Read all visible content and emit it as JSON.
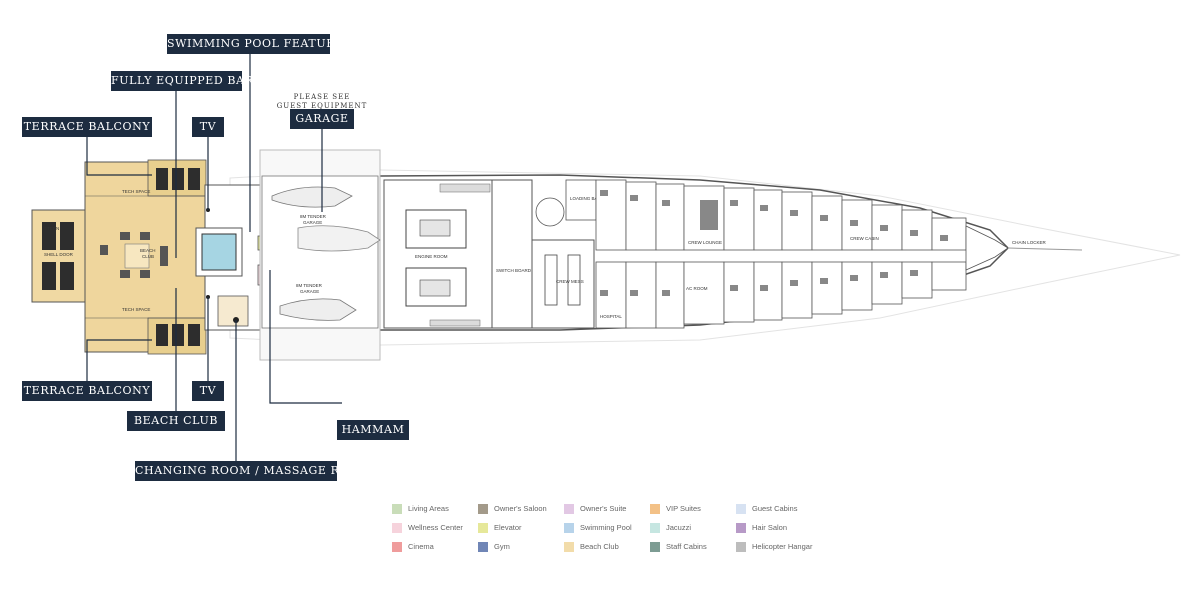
{
  "callouts": {
    "swimming_pool_feature": "SWIMMING POOL FEATURE",
    "fully_equipped_bar": "FULLY EQUIPPED BAR",
    "terrace_balcony_top": "TERRACE BALCONY",
    "tv_top": "TV",
    "garage": "GARAGE",
    "terrace_balcony_bottom": "TERRACE BALCONY",
    "tv_bottom": "TV",
    "beach_club": "BEACH CLUB",
    "hammam": "HAMMAM",
    "changing_massage": "CHANGING ROOM / MASSAGE ROOM"
  },
  "garage_note": {
    "line1": "PLEASE SEE",
    "line2": "GUEST EQUIPMENT LIST"
  },
  "plan_labels": {
    "stern_shell_door": "STERN SHELL DOOR",
    "beach_club": "BEACH CLUB",
    "tech_space_ps": "TECH SPACE BEACH CLUB PS",
    "tech_space_sb": "TECH SPACE BEACH CLUB SB",
    "engine_room": "ENGINE ROOM",
    "switchboard_room": "SWITCH BOARD ROOM",
    "crew_mess": "CREW MESS",
    "loading_bay": "LOADING BAY",
    "crew_lounge": "CREW LOUNGE",
    "hospital": "HOSPITAL",
    "tender_garage_1": "8M TENDER GARAGE",
    "tender_garage_2": "8M TENDER GARAGE",
    "crew_cabin": "CREW CABIN",
    "ac_room": "AC ROOM",
    "anchor_locker": "CHAIN LOCKER"
  },
  "legend": [
    {
      "label": "Living Areas",
      "color": "#c9ddb9"
    },
    {
      "label": "Owner's Saloon",
      "color": "#a39a8a"
    },
    {
      "label": "Owner's Suite",
      "color": "#e2c8e4"
    },
    {
      "label": "VIP Suites",
      "color": "#f3c187"
    },
    {
      "label": "Guest Cabins",
      "color": "#d7e2f2"
    },
    {
      "label": "Wellness Center",
      "color": "#f6d3dc"
    },
    {
      "label": "Elevator",
      "color": "#e6e89a"
    },
    {
      "label": "Swimming Pool",
      "color": "#b7d3ea"
    },
    {
      "label": "Jacuzzi",
      "color": "#c6e6e1"
    },
    {
      "label": "Hair Salon",
      "color": "#b79ac7"
    },
    {
      "label": "Cinema",
      "color": "#ef9c9c"
    },
    {
      "label": "Gym",
      "color": "#7086b6"
    },
    {
      "label": "Beach Club",
      "color": "#f2dcaa"
    },
    {
      "label": "Staff Cabins",
      "color": "#7d9c93"
    },
    {
      "label": "Helicopter Hangar",
      "color": "#bdbdbd"
    }
  ]
}
